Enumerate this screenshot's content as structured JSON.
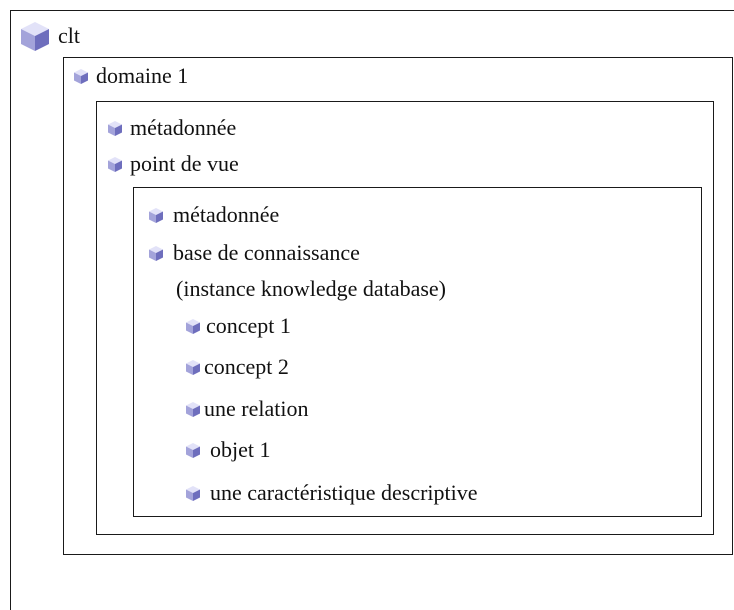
{
  "root": {
    "label": "clt",
    "icon": "cube-icon"
  },
  "domain": {
    "label": "domaine 1",
    "icon": "cube-icon"
  },
  "domain_children": [
    {
      "label": "métadonnée",
      "icon": "cube-icon"
    },
    {
      "label": "point de vue",
      "icon": "cube-icon"
    }
  ],
  "viewpoint_children": {
    "metadata": {
      "label": "métadonnée",
      "icon": "cube-icon"
    },
    "knowledge_base": {
      "label": "base de connaissance",
      "sublabel": "(instance knowledge database)",
      "icon": "cube-icon"
    },
    "items": [
      {
        "label": "concept 1",
        "icon": "cube-icon"
      },
      {
        "label": "concept 2",
        "icon": "cube-icon"
      },
      {
        "label": "une relation",
        "icon": "cube-icon"
      },
      {
        "label": "objet 1",
        "icon": "cube-icon"
      },
      {
        "label": "une caractéristique descriptive",
        "icon": "cube-icon"
      }
    ]
  },
  "colors": {
    "icon_top": "#d9d9f7",
    "icon_left": "#9a9ad6",
    "icon_right": "#6b6bb8",
    "border": "#1a1a1a"
  }
}
